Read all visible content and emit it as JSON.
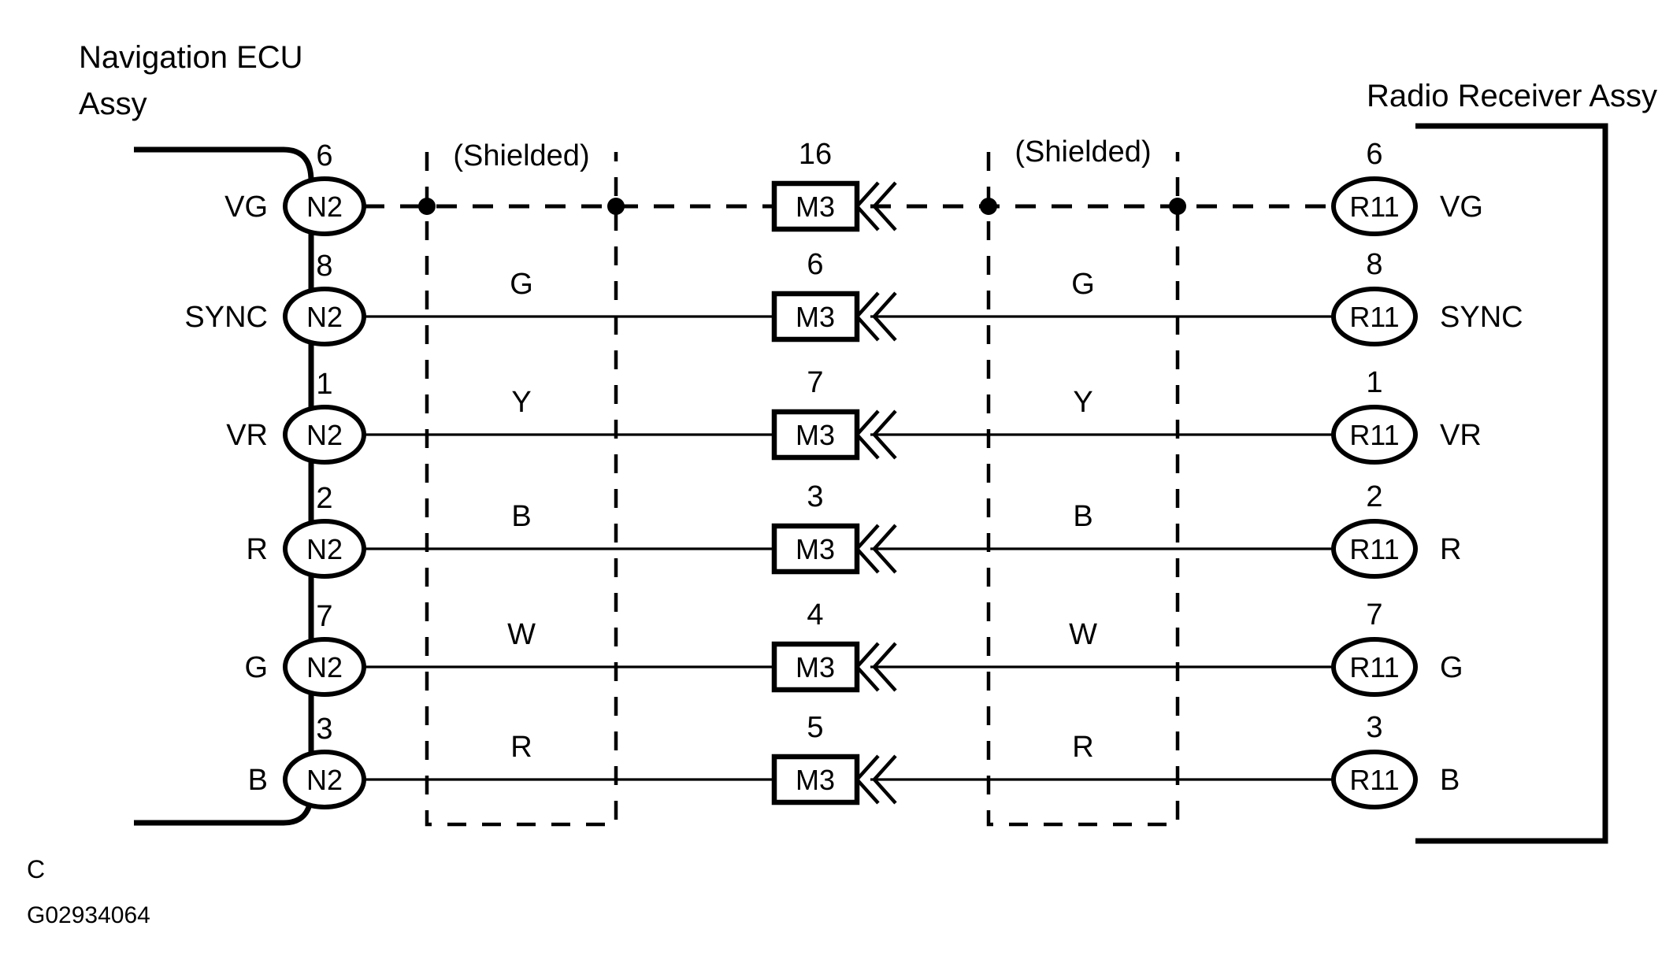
{
  "diagram": {
    "left_unit": {
      "name": "Navigation ECU Assy",
      "line1": "Navigation ECU",
      "line2": "Assy",
      "connector_code": "N2"
    },
    "right_unit": {
      "name": "Radio Receiver Assy",
      "line1": "Radio Receiver Assy",
      "connector_code": "R11"
    },
    "junction": {
      "connector_code": "M3"
    },
    "shield_label_left": "(Shielded)",
    "shield_label_right": "(Shielded)",
    "footer_letter": "C",
    "drawing_code": "G02934064",
    "rows": [
      {
        "signal": "VG",
        "left_pin": "6",
        "mid_pin": "16",
        "right_pin": "6",
        "wire_color": "",
        "shielded": true
      },
      {
        "signal": "SYNC",
        "left_pin": "8",
        "mid_pin": "6",
        "right_pin": "8",
        "wire_color": "G",
        "shielded": false
      },
      {
        "signal": "VR",
        "left_pin": "1",
        "mid_pin": "7",
        "right_pin": "1",
        "wire_color": "Y",
        "shielded": false
      },
      {
        "signal": "R",
        "left_pin": "2",
        "mid_pin": "3",
        "right_pin": "2",
        "wire_color": "B",
        "shielded": false
      },
      {
        "signal": "G",
        "left_pin": "7",
        "mid_pin": "4",
        "right_pin": "7",
        "wire_color": "W",
        "shielded": false
      },
      {
        "signal": "B",
        "left_pin": "3",
        "mid_pin": "5",
        "right_pin": "3",
        "wire_color": "R",
        "shielded": false
      }
    ],
    "colors": {
      "ink": "#000000",
      "paper": "#ffffff"
    }
  }
}
